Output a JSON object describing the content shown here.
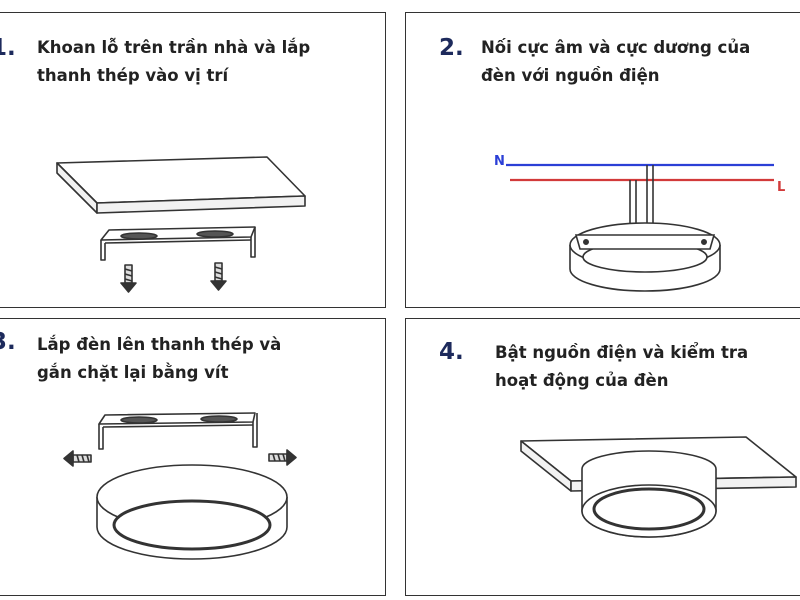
{
  "steps": [
    {
      "number": "1.",
      "lines": [
        "Khoan lỗ trên trần nhà và lắp",
        "thanh thép vào vị trí"
      ]
    },
    {
      "number": "2.",
      "lines": [
        "Nối cực âm và cực dương của",
        "đèn với nguồn điện"
      ],
      "wires": {
        "neutral_label": "N",
        "live_label": "L",
        "neutral_color": "#2b3fd6",
        "live_color": "#d23a3a"
      }
    },
    {
      "number": "3.",
      "lines": [
        "Lắp đèn lên thanh thép và",
        "gắn chặt lại bằng vít"
      ]
    },
    {
      "number": "4.",
      "lines": [
        "Bật nguồn điện và kiểm tra",
        "hoạt động của đèn"
      ]
    }
  ],
  "colors": {
    "step_number": "#1d2a5c",
    "caption_text": "#222222",
    "outline": "#333333"
  },
  "icons": [
    "screw-icon",
    "mounting-bracket-icon",
    "ceiling-plate-icon",
    "round-led-light-icon"
  ]
}
